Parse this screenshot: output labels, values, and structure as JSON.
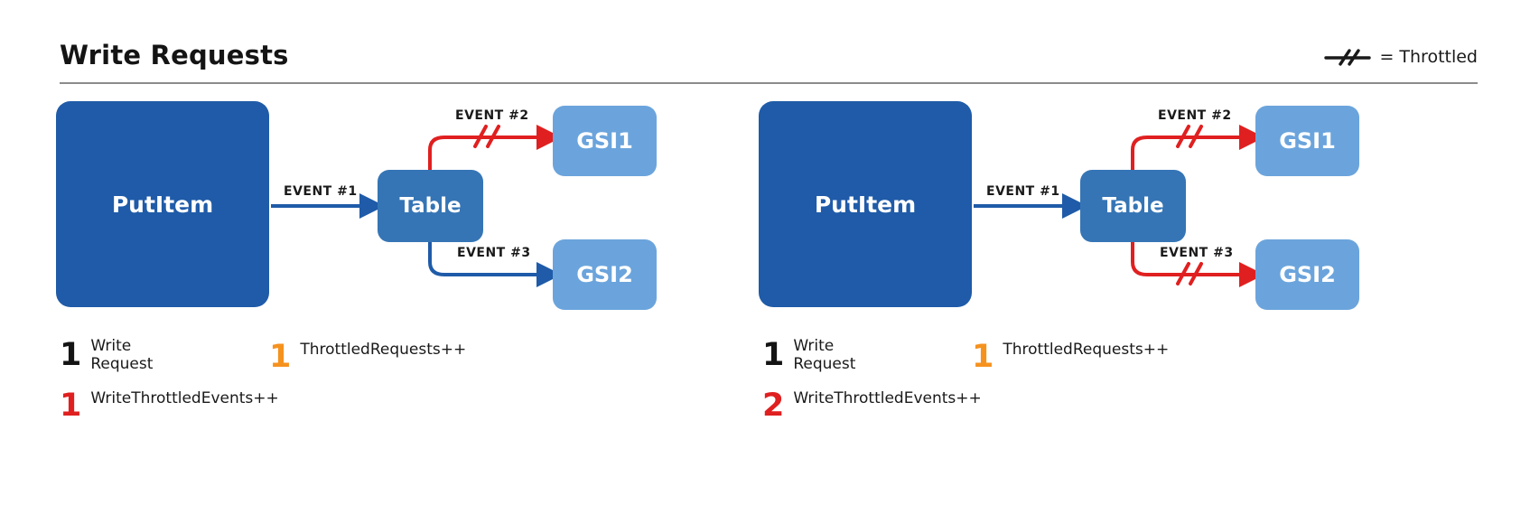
{
  "header": {
    "title": "Write Requests",
    "legend": {
      "symbol_name": "throttle-slash-icon",
      "text": "= Throttled"
    }
  },
  "colors": {
    "putitem_box": "#1F5BA8",
    "table_box": "#3575B5",
    "gsi_box": "#6BA4DC",
    "arrow_normal": "#1F5BA8",
    "arrow_throttled": "#E02020",
    "count_black": "#141414",
    "count_orange": "#F5921E",
    "count_red": "#E02020",
    "rule": "#8C8C8C"
  },
  "panels": [
    {
      "id": "left",
      "nodes": {
        "source": "PutItem",
        "table": "Table",
        "gsi1": "GSI1",
        "gsi2": "GSI2"
      },
      "edges": [
        {
          "label": "EVENT #1",
          "from": "PutItem",
          "to": "Table",
          "throttled": false
        },
        {
          "label": "EVENT #2",
          "from": "Table",
          "to": "GSI1",
          "throttled": true
        },
        {
          "label": "EVENT #3",
          "from": "Table",
          "to": "GSI2",
          "throttled": false
        }
      ],
      "metrics": [
        {
          "count": "1",
          "label": "Write\nRequest",
          "color": "#141414"
        },
        {
          "count": "1",
          "label": "ThrottledRequests++",
          "color": "#F5921E"
        },
        {
          "count": "1",
          "label": "WriteThrottledEvents++",
          "color": "#E02020"
        }
      ]
    },
    {
      "id": "right",
      "nodes": {
        "source": "PutItem",
        "table": "Table",
        "gsi1": "GSI1",
        "gsi2": "GSI2"
      },
      "edges": [
        {
          "label": "EVENT #1",
          "from": "PutItem",
          "to": "Table",
          "throttled": false
        },
        {
          "label": "EVENT #2",
          "from": "Table",
          "to": "GSI1",
          "throttled": true
        },
        {
          "label": "EVENT #3",
          "from": "Table",
          "to": "GSI2",
          "throttled": true
        }
      ],
      "metrics": [
        {
          "count": "1",
          "label": "Write\nRequest",
          "color": "#141414"
        },
        {
          "count": "1",
          "label": "ThrottledRequests++",
          "color": "#F5921E"
        },
        {
          "count": "2",
          "label": "WriteThrottledEvents++",
          "color": "#E02020"
        }
      ]
    }
  ]
}
